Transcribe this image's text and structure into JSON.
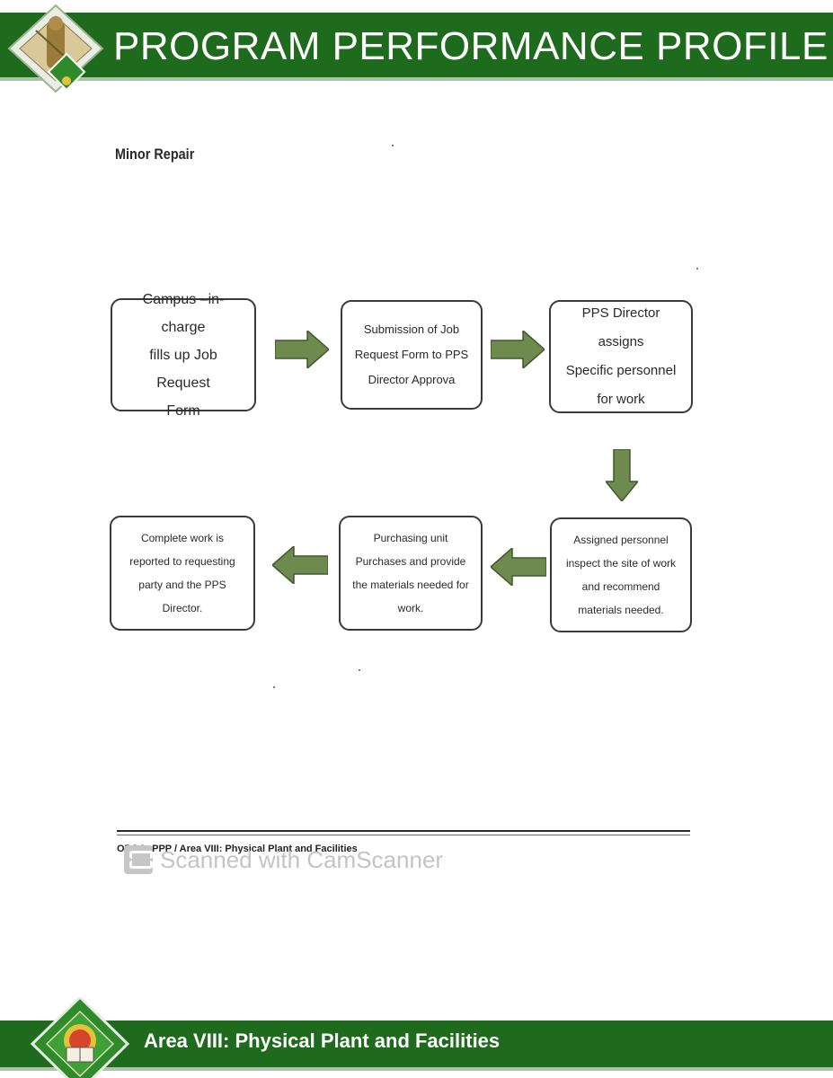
{
  "header": {
    "title": "PROGRAM PERFORMANCE PROFILE",
    "brand_color": "#1f6b1d"
  },
  "section_heading": "Minor Repair",
  "flowchart": {
    "steps": [
      {
        "lines": [
          "Campus –in-charge",
          "fills up Job Request",
          "Form"
        ]
      },
      {
        "lines": [
          "Submission of Job",
          "Request Form to PPS",
          "Director Approva"
        ]
      },
      {
        "lines": [
          "PPS Director assigns",
          "Specific personnel",
          "for work"
        ]
      },
      {
        "lines": [
          "Assigned personnel",
          "inspect the site of work",
          "and recommend",
          "materials needed."
        ]
      },
      {
        "lines": [
          "Purchasing unit",
          "Purchases and provide",
          "the materials needed for",
          "work."
        ]
      },
      {
        "lines": [
          "Complete work is",
          "reported to requesting",
          "party and the PPS",
          "Director."
        ]
      }
    ],
    "arrow_color": "#6f8a4e"
  },
  "document_footer": {
    "note": "OPQA: PPP / Area VIII: Physical Plant and Facilities",
    "scanner_watermark": "Scanned with CamScanner"
  },
  "footer": {
    "title": "Area VIII: Physical Plant and Facilities"
  }
}
